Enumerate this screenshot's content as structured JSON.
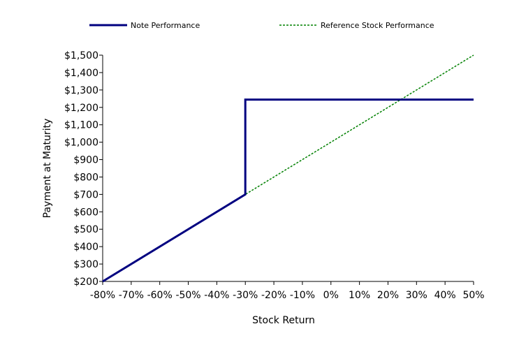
{
  "chart_data": {
    "type": "line",
    "title": "",
    "xlabel": "Stock Return",
    "ylabel": "Payment at Maturity",
    "xlim": [
      -80,
      50
    ],
    "ylim": [
      200,
      1500
    ],
    "x_ticks": [
      -80,
      -70,
      -60,
      -50,
      -40,
      -30,
      -20,
      -10,
      0,
      10,
      20,
      30,
      40,
      50
    ],
    "x_tick_labels": [
      "-80%",
      "-70%",
      "-60%",
      "-50%",
      "-40%",
      "-30%",
      "-20%",
      "-10%",
      "0%",
      "10%",
      "20%",
      "30%",
      "40%",
      "50%"
    ],
    "y_ticks": [
      200,
      300,
      400,
      500,
      600,
      700,
      800,
      900,
      1000,
      1100,
      1200,
      1300,
      1400,
      1500
    ],
    "y_tick_labels": [
      "$200",
      "$300",
      "$400",
      "$500",
      "$600",
      "$700",
      "$800",
      "$900",
      "$1,000",
      "$1,100",
      "$1,200",
      "$1,300",
      "$1,400",
      "$1,500"
    ],
    "grid": false,
    "legend_placement": "top",
    "series": [
      {
        "name": "Note Performance",
        "color": "#000080",
        "style": "solid",
        "points": [
          [
            -80,
            200
          ],
          [
            -30,
            700
          ],
          [
            -30,
            1245
          ],
          [
            50,
            1245
          ]
        ]
      },
      {
        "name": "Reference Stock Performance",
        "color": "#008000",
        "style": "dashed",
        "points": [
          [
            -80,
            200
          ],
          [
            50,
            1500
          ]
        ]
      }
    ]
  }
}
